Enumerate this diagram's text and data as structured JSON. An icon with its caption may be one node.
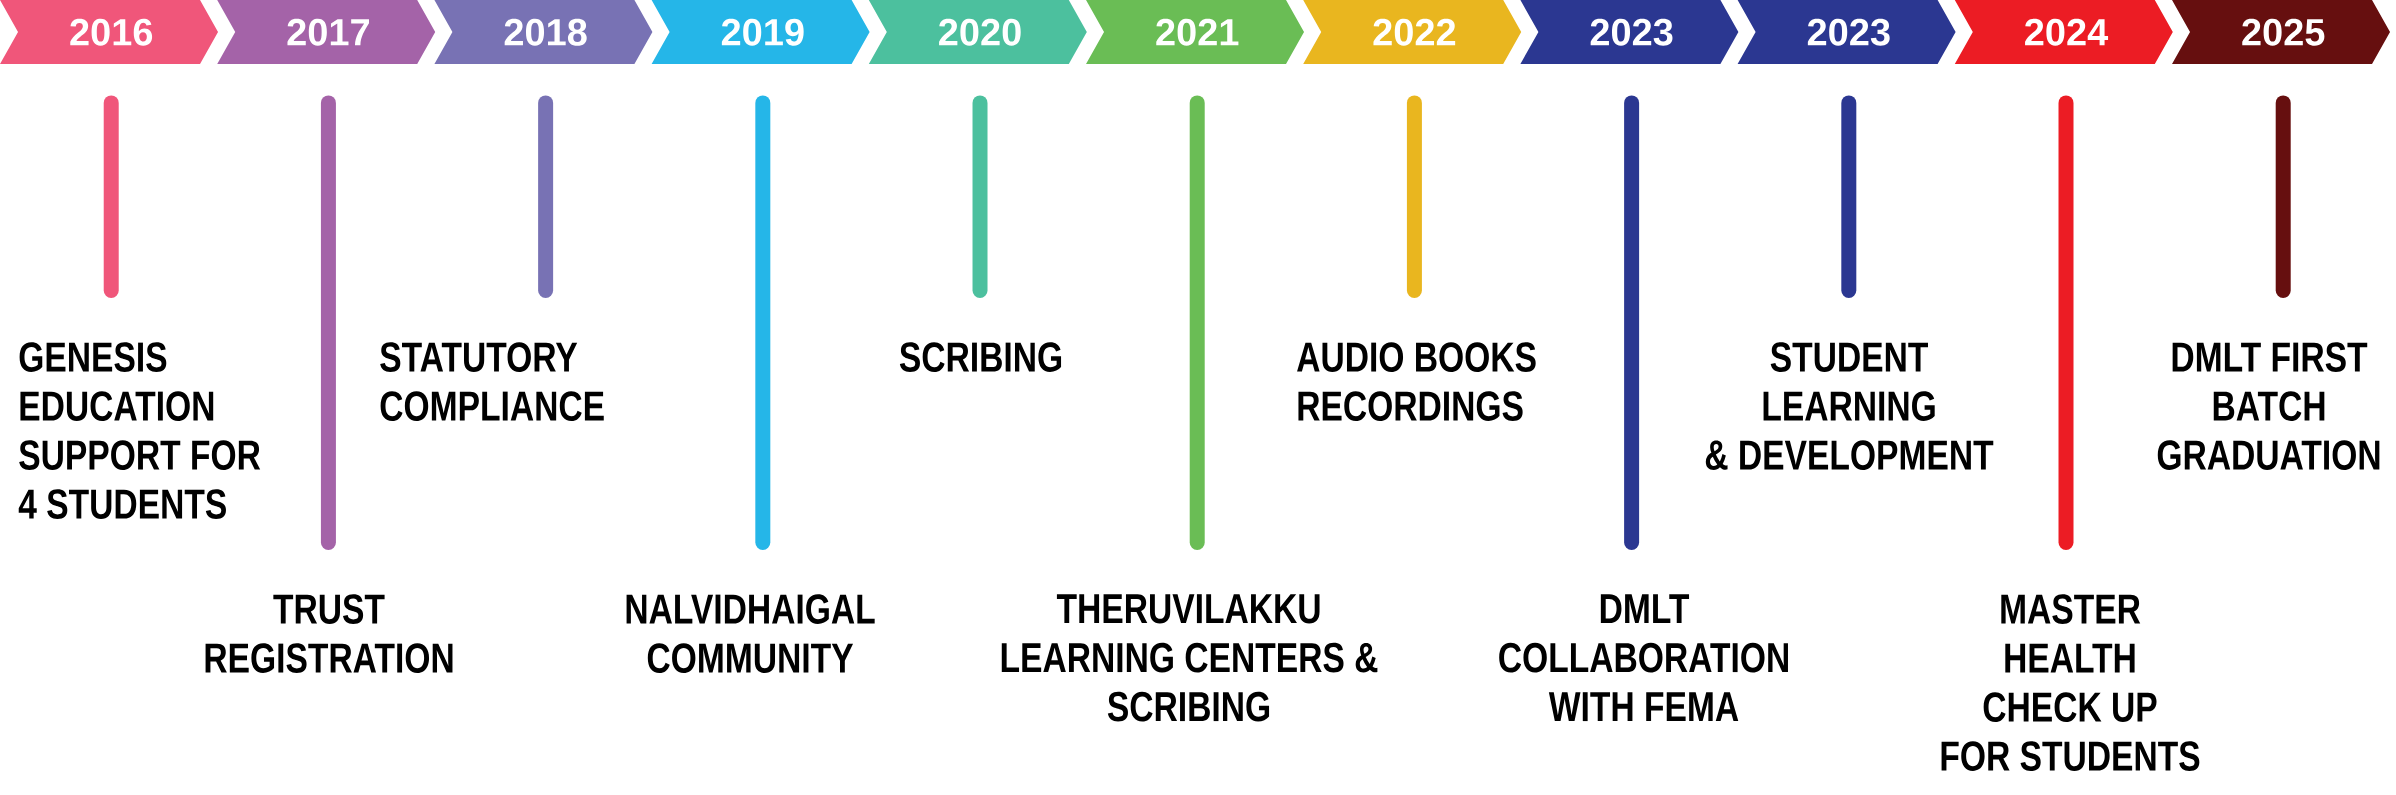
{
  "diagram": {
    "nodes": [
      {
        "text": [
          "2016"
        ]
      },
      {
        "text": [
          "2017"
        ]
      },
      {
        "text": [
          "2018"
        ]
      },
      {
        "text": [
          "2019"
        ]
      },
      {
        "text": [
          "2020"
        ]
      },
      {
        "text": [
          "2021"
        ]
      },
      {
        "text": [
          "2022"
        ]
      },
      {
        "text": [
          "2023"
        ]
      },
      {
        "text": [
          "2023"
        ]
      },
      {
        "text": [
          "2024"
        ]
      },
      {
        "text": [
          "2025"
        ]
      },
      {
        "text": [
          "GENESIS EDUCATION SUPPORT FOR 4 STUDENTS"
        ]
      },
      {
        "text": [
          "TRUST REGISTRATION"
        ]
      },
      {
        "text": [
          "STATUTORY COMPLIANCE"
        ]
      },
      {
        "text": [
          "NALVIDHAIGAL COMMUNITY"
        ]
      },
      {
        "text": [
          "SCRIBING"
        ]
      },
      {
        "text": [
          "THERUVILAKKU LEARNING CENTERS & SCRIBING"
        ]
      },
      {
        "text": [
          "AUDIO BOOKS RECORDINGS"
        ]
      },
      {
        "text": [
          "DMLT COLLABORATION WITH FEMA"
        ]
      },
      {
        "text": [
          "STUDENT LEARNING & DEVELOPMENT"
        ]
      },
      {
        "text": [
          "MASTER HEALTH CHECK UP FOR STUDENTS"
        ]
      },
      {
        "text": [
          "DMLT FIRST BATCH GRADUATION"
        ]
      }
    ],
    "edges": [
      {
        "from": 0,
        "to": 11,
        "arrow": "none",
        "color": "#f0567a"
      },
      {
        "from": 1,
        "to": 12,
        "arrow": "none",
        "color": "#a463a8"
      },
      {
        "from": 2,
        "to": 13,
        "arrow": "none",
        "color": "#7872b4"
      },
      {
        "from": 3,
        "to": 14,
        "arrow": "none",
        "color": "#25b6e8"
      },
      {
        "from": 4,
        "to": 15,
        "arrow": "none",
        "color": "#4cc09e"
      },
      {
        "from": 5,
        "to": 16,
        "arrow": "none",
        "color": "#6abd55"
      },
      {
        "from": 6,
        "to": 17,
        "arrow": "none",
        "color": "#e9b61f"
      },
      {
        "from": 7,
        "to": 18,
        "arrow": "none",
        "color": "#2b3791"
      },
      {
        "from": 8,
        "to": 19,
        "arrow": "none",
        "color": "#2b3791"
      },
      {
        "from": 9,
        "to": 20,
        "arrow": "none",
        "color": "#ec1c24"
      },
      {
        "from": 10,
        "to": 21,
        "arrow": "none",
        "color": "#660f0f"
      }
    ]
  }
}
